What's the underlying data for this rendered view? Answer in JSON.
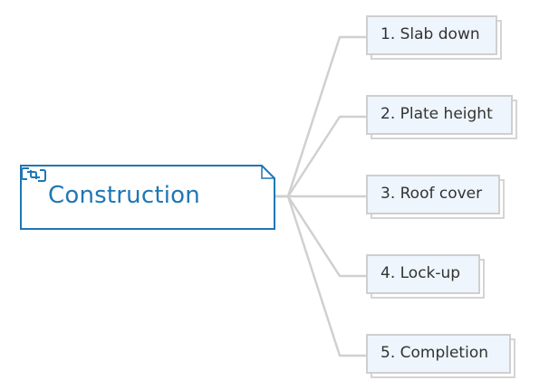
{
  "central_topic": {
    "label": "Construction",
    "icon": "link-icon",
    "color": "#1f77b4"
  },
  "child_topics": [
    {
      "label": "1. Slab down"
    },
    {
      "label": "2. Plate height"
    },
    {
      "label": "3. Roof cover"
    },
    {
      "label": "4. Lock-up"
    },
    {
      "label": "5. Completion"
    }
  ],
  "colors": {
    "connector": "#d0d0d0",
    "child_fill": "#eef5fc",
    "child_border": "#cfcfcf",
    "text": "#333333"
  }
}
